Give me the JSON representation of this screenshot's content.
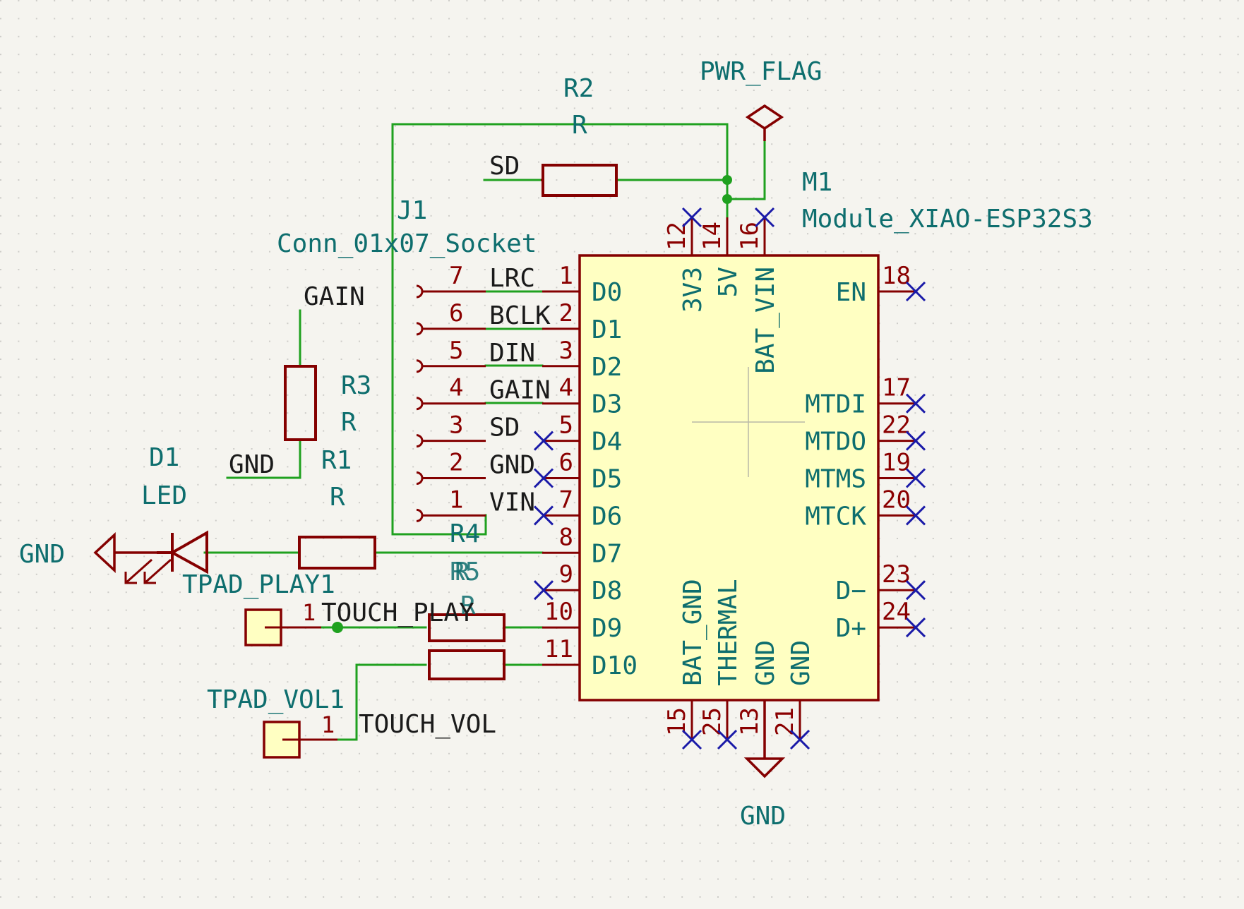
{
  "colors": {
    "background": "#f5f4ef",
    "wire": "#1fa11f",
    "component": "#840000",
    "body_fill": "#ffffc2",
    "text_ref": "#0e6e6e",
    "text_net": "#1a1a1a",
    "pin_num": "#8a0000",
    "no_connect": "#1a1aa8"
  },
  "power": {
    "pwr_flag": "PWR_FLAG",
    "gnd_left": "GND",
    "gnd_bottom": "GND"
  },
  "r2": {
    "ref": "R2",
    "value": "R"
  },
  "r3": {
    "ref": "R3",
    "value": "R"
  },
  "r1": {
    "ref": "R1",
    "value": "R"
  },
  "r4": {
    "ref": "R4",
    "value": "R"
  },
  "r5": {
    "ref": "R5",
    "value": "R"
  },
  "d1": {
    "ref": "D1",
    "value": "LED"
  },
  "j1": {
    "ref": "J1",
    "value": "Conn_01x07_Socket",
    "pins": [
      {
        "num": "7",
        "net": "LRC"
      },
      {
        "num": "6",
        "net": "BCLK"
      },
      {
        "num": "5",
        "net": "DIN"
      },
      {
        "num": "4",
        "net": "GAIN"
      },
      {
        "num": "3",
        "net": "SD"
      },
      {
        "num": "2",
        "net": "GND"
      },
      {
        "num": "1",
        "net": "VIN"
      }
    ]
  },
  "m1": {
    "ref": "M1",
    "value": "Module_XIAO-ESP32S3",
    "left_pins": [
      {
        "num": "1",
        "name": "D0"
      },
      {
        "num": "2",
        "name": "D1"
      },
      {
        "num": "3",
        "name": "D2"
      },
      {
        "num": "4",
        "name": "D3"
      },
      {
        "num": "5",
        "name": "D4"
      },
      {
        "num": "6",
        "name": "D5"
      },
      {
        "num": "7",
        "name": "D6"
      },
      {
        "num": "8",
        "name": "D7"
      },
      {
        "num": "9",
        "name": "D8"
      },
      {
        "num": "10",
        "name": "D9"
      },
      {
        "num": "11",
        "name": "D10"
      }
    ],
    "right_pins": [
      {
        "num": "18",
        "name": "EN"
      },
      {
        "num": "17",
        "name": "MTDI"
      },
      {
        "num": "22",
        "name": "MTDO"
      },
      {
        "num": "19",
        "name": "MTMS"
      },
      {
        "num": "20",
        "name": "MTCK"
      },
      {
        "num": "23",
        "name": "D−"
      },
      {
        "num": "24",
        "name": "D+"
      }
    ],
    "top_pins": [
      {
        "num": "12",
        "name": "3V3"
      },
      {
        "num": "14",
        "name": "5V"
      },
      {
        "num": "16",
        "name": "BAT_VIN"
      }
    ],
    "bottom_pins": [
      {
        "num": "15",
        "name": "BAT_GND"
      },
      {
        "num": "25",
        "name": "THERMAL"
      },
      {
        "num": "13",
        "name": "GND"
      },
      {
        "num": "21",
        "name": "GND"
      }
    ]
  },
  "net_labels": {
    "sd_r2": "SD",
    "gain_r3": "GAIN",
    "gnd_r3": "GND",
    "touch_play": "TOUCH_PLAY",
    "touch_vol": "TOUCH_VOL"
  },
  "tpad_play": {
    "ref": "TPAD_PLAY1",
    "pin": "1"
  },
  "tpad_vol": {
    "ref": "TPAD_VOL1",
    "pin": "1"
  }
}
